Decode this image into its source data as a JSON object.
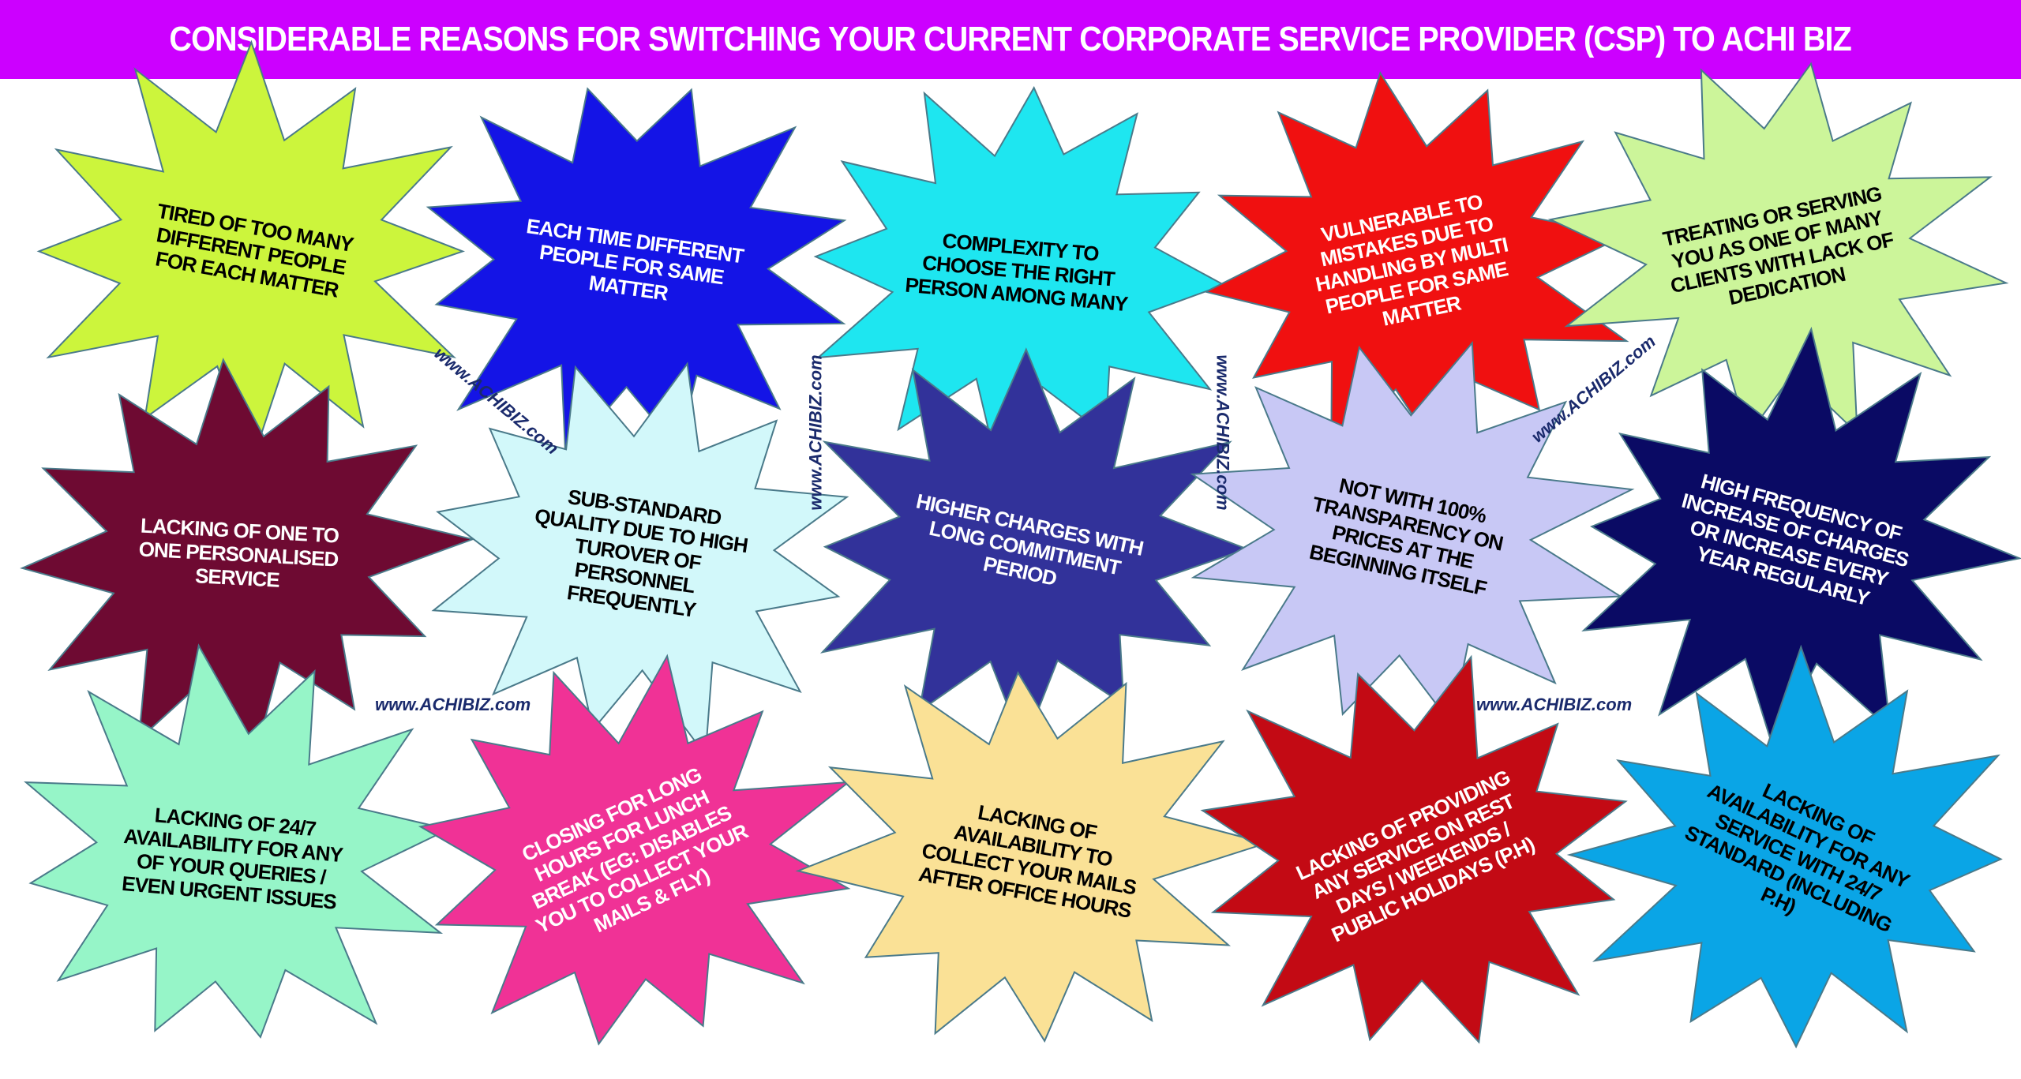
{
  "title": "CONSIDERABLE REASONS FOR SWITCHING YOUR CURRENT CORPORATE SERVICE PROVIDER (CSP) TO ACHI BIZ",
  "colors": {
    "title_bar": "#cc00ff",
    "watermark": "#1a2a6c"
  },
  "watermark": "www.ACHIBIZ.com",
  "reasons": [
    {
      "text": "TIRED OF TOO MANY DIFFERENT PEOPLE FOR EACH MATTER",
      "fill": "#ccf53c",
      "ink": "#000000"
    },
    {
      "text": "EACH TIME DIFFERENT PEOPLE FOR SAME MATTER",
      "fill": "#1414e6",
      "ink": "#ffffff"
    },
    {
      "text": "COMPLEXITY TO CHOOSE THE RIGHT PERSON AMONG MANY",
      "fill": "#1ee6f0",
      "ink": "#000000"
    },
    {
      "text": "VULNERABLE TO MISTAKES DUE TO HANDLING BY MULTI PEOPLE FOR SAME MATTER",
      "fill": "#f01010",
      "ink": "#ffffff"
    },
    {
      "text": "TREATING OR SERVING YOU AS ONE OF MANY CLIENTS WITH LACK OF DEDICATION",
      "fill": "#ccf59a",
      "ink": "#000000"
    },
    {
      "text": "LACKING OF ONE TO ONE PERSONALISED SERVICE",
      "fill": "#6e0a32",
      "ink": "#ffffff"
    },
    {
      "text": "SUB-STANDARD QUALITY DUE TO HIGH TUROVER OF PERSONNEL FREQUENTLY",
      "fill": "#d2f8fa",
      "ink": "#000000"
    },
    {
      "text": "HIGHER CHARGES WITH LONG COMMITMENT PERIOD",
      "fill": "#32329a",
      "ink": "#ffffff"
    },
    {
      "text": "NOT WITH 100% TRANSPARENCY ON PRICES AT THE BEGINNING ITSELF",
      "fill": "#c8c8f5",
      "ink": "#000000"
    },
    {
      "text": "HIGH FREQUENCY OF INCREASE OF CHARGES OR INCREASE EVERY YEAR REGULARLY",
      "fill": "#0a0a64",
      "ink": "#ffffff"
    },
    {
      "text": "LACKING OF 24/7 AVAILABILITY FOR ANY OF YOUR QUERIES / EVEN URGENT ISSUES",
      "fill": "#96f5c8",
      "ink": "#000000"
    },
    {
      "text": "CLOSING FOR LONG HOURS FOR LUNCH BREAK (EG: DISABLES YOU TO COLLECT YOUR MAILS & FLY)",
      "fill": "#f03296",
      "ink": "#ffffff"
    },
    {
      "text": "LACKING OF AVAILABILITY TO COLLECT YOUR MAILS AFTER OFFICE HOURS",
      "fill": "#fae196",
      "ink": "#000000"
    },
    {
      "text": "LACKING OF PROVIDING ANY SERVICE ON REST DAYS / WEEKENDS / PUBLIC HOLIDAYS (P.H)",
      "fill": "#c30a14",
      "ink": "#ffffff"
    },
    {
      "text": "LACKING OF AVAILABILITY FOR ANY SERVICE WITH 24/7 STANDARD (INCLUDING P.H)",
      "fill": "#0aa5e6",
      "ink": "#000000"
    }
  ]
}
